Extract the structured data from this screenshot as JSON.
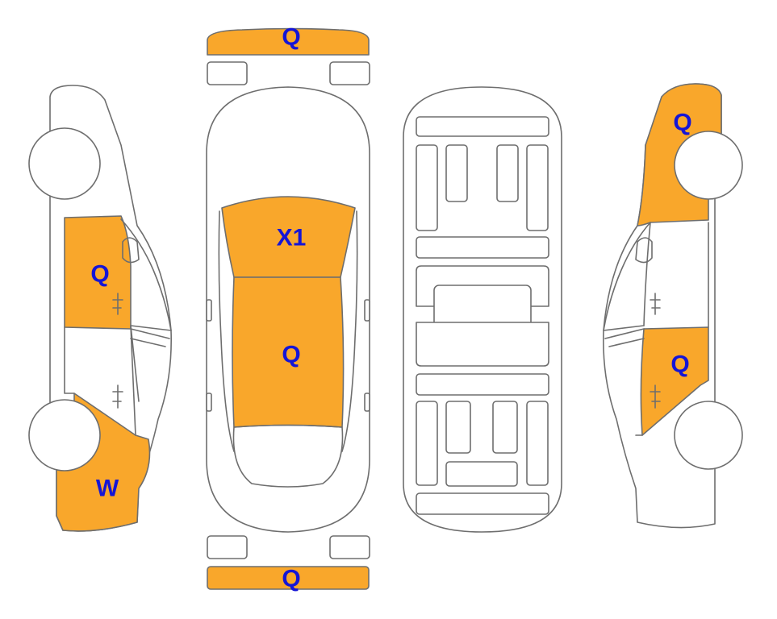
{
  "colors": {
    "damage_fill": "#F9A72B",
    "code_text": "#1515D6",
    "outline": "#6E6E6E"
  },
  "views": {
    "left_side": {
      "zones": [
        {
          "id": "front-door",
          "code": "Q"
        },
        {
          "id": "front-fender",
          "code": "W"
        }
      ]
    },
    "top": {
      "zones": [
        {
          "id": "front-bumper",
          "code": "Q"
        },
        {
          "id": "hood",
          "code": "X1"
        },
        {
          "id": "roof",
          "code": "Q"
        },
        {
          "id": "rear-bumper",
          "code": "Q"
        }
      ]
    },
    "right_side": {
      "zones": [
        {
          "id": "rear-quarter",
          "code": "Q"
        },
        {
          "id": "rear-door",
          "code": "Q"
        }
      ]
    }
  }
}
